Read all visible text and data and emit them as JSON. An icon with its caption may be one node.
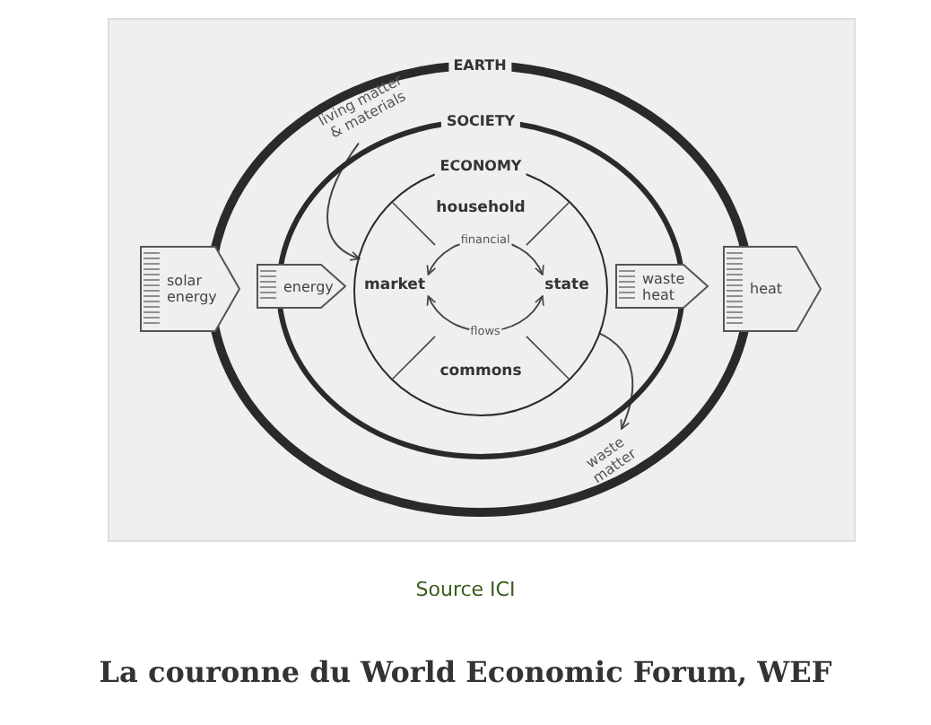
{
  "diagram": {
    "caption": "La couronne du World Economic Forum, WEF",
    "nodes": [
      {
        "text": [
          "EARTH"
        ]
      },
      {
        "text": [
          "SOCIETY"
        ],
        "in": 0
      },
      {
        "text": [
          "ECONOMY"
        ],
        "in": 1
      },
      {
        "text": [
          "household"
        ],
        "in": 2
      },
      {
        "text": [
          "market"
        ],
        "in": 2
      },
      {
        "text": [
          "state"
        ],
        "in": 2
      },
      {
        "text": [
          "commons"
        ],
        "in": 2
      },
      {
        "text": [
          "solar energy"
        ]
      },
      {
        "text": [
          "energy"
        ],
        "in": 0
      },
      {
        "text": [
          "waste heat"
        ],
        "in": 0
      },
      {
        "text": [
          "heat"
        ]
      },
      {
        "text": [
          "living matter & materials"
        ],
        "in": 0
      },
      {
        "text": [
          "waste matter"
        ],
        "in": 0
      }
    ],
    "edges": [
      {
        "from": 11,
        "to": 2,
        "arrow": "to"
      },
      {
        "from": 2,
        "to": 12,
        "arrow": "to"
      },
      {
        "from": 4,
        "to": 5,
        "arrow": "both",
        "label": "financial"
      },
      {
        "from": 4,
        "to": 5,
        "arrow": "both",
        "label": "flows"
      }
    ],
    "labels": [
      "Source ICI"
    ]
  }
}
